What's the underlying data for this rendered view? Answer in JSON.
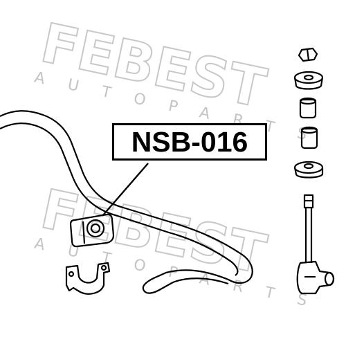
{
  "part_number": "NSB-016",
  "watermark": {
    "brand": "FEBEST",
    "sub": "AUTOPARTS"
  },
  "colors": {
    "line": "#000000",
    "watermark": "#c8c8c8",
    "background": "#ffffff"
  }
}
